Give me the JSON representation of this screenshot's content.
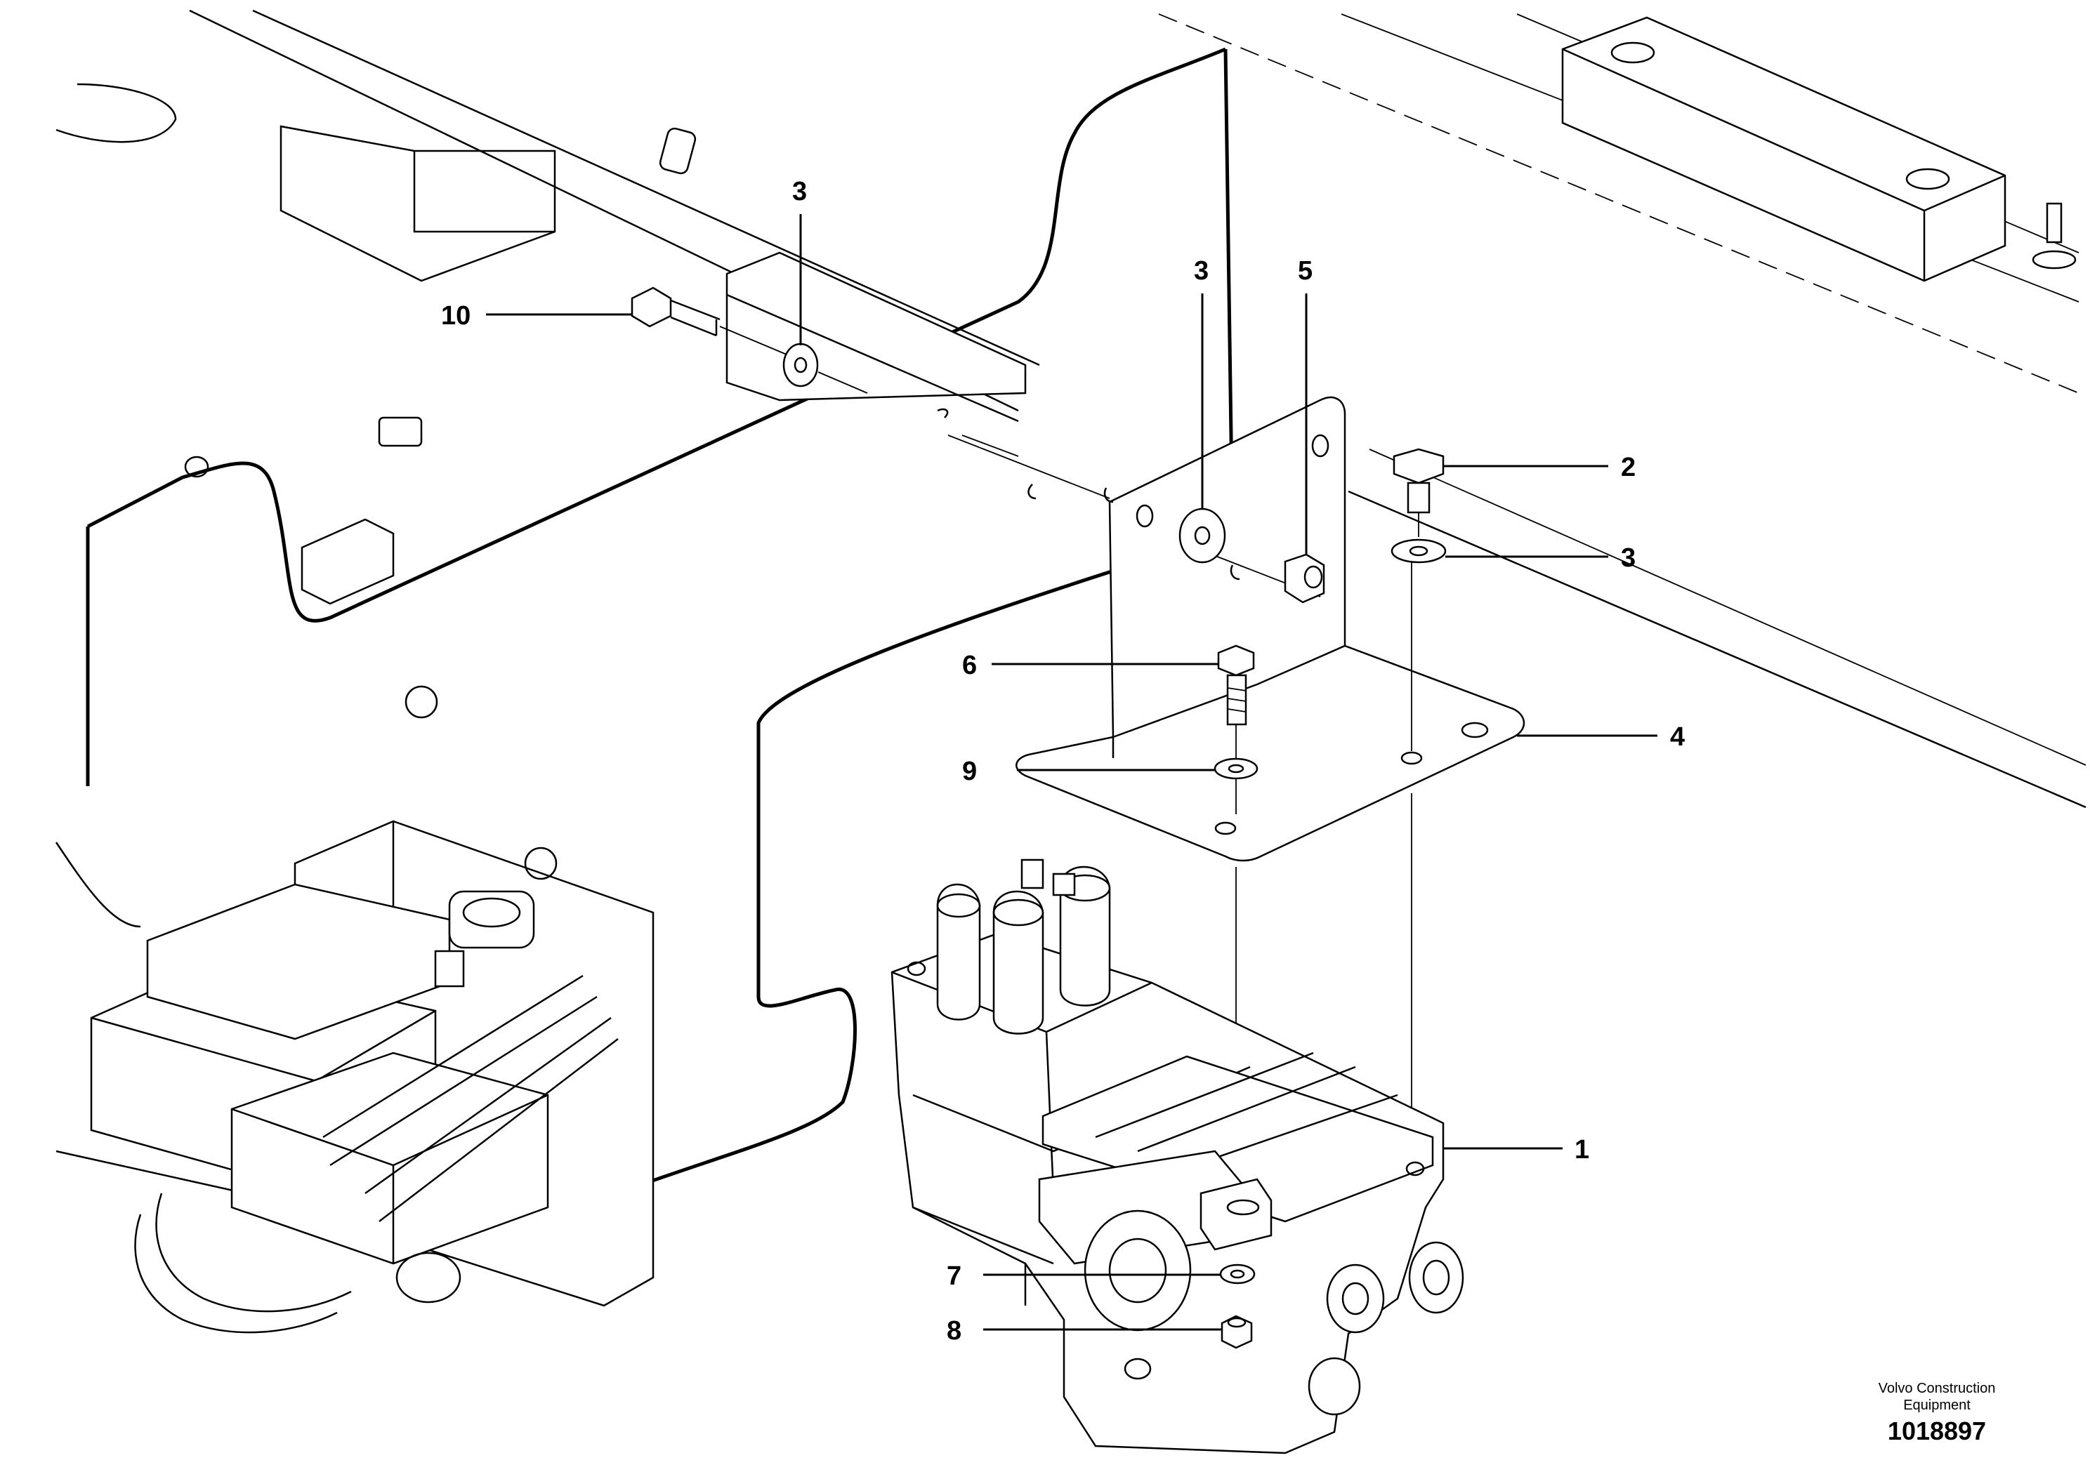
{
  "drawing": {
    "callouts": [
      {
        "id": "c10",
        "label": "10"
      },
      {
        "id": "c3a",
        "label": "3"
      },
      {
        "id": "c3b",
        "label": "3"
      },
      {
        "id": "c5",
        "label": "5"
      },
      {
        "id": "c2",
        "label": "2"
      },
      {
        "id": "c3c",
        "label": "3"
      },
      {
        "id": "c6",
        "label": "6"
      },
      {
        "id": "c4",
        "label": "4"
      },
      {
        "id": "c9",
        "label": "9"
      },
      {
        "id": "c1",
        "label": "1"
      },
      {
        "id": "c7",
        "label": "7"
      },
      {
        "id": "c8",
        "label": "8"
      }
    ]
  },
  "footer": {
    "manufacturer": "Volvo Construction Equipment",
    "drawing_number": "1018897"
  }
}
